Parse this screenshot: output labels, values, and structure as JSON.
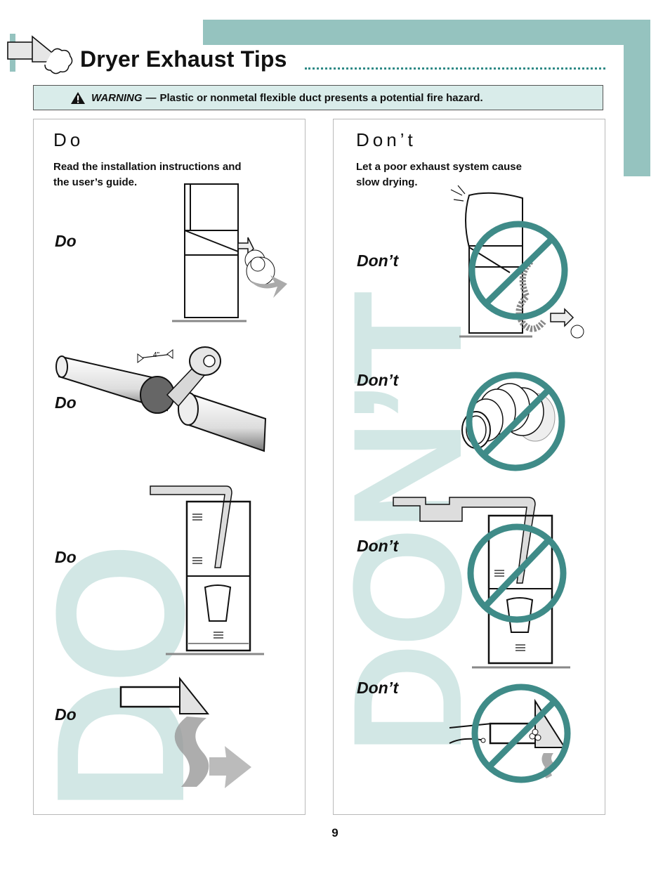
{
  "header": {
    "title": "Dryer Exhaust Tips",
    "accent_color": "#95c3bf",
    "leader_color": "#2f8a86"
  },
  "warning": {
    "icon": "warning-triangle-icon",
    "label": "WARNING",
    "dash": "—",
    "text": "Plastic or nonmetal flexible duct presents a potential fire hazard."
  },
  "do_panel": {
    "heading": "Do",
    "intro": [
      "Read the installation instructions and",
      "the user’s guide."
    ],
    "background_word": "DO",
    "items": [
      {
        "label": "Do",
        "illustration": "vented-dryer-exhaust"
      },
      {
        "label": "Do",
        "illustration": "taping-duct-joint",
        "dimension": "4\""
      },
      {
        "label": "Do",
        "illustration": "rigid-duct-stacked-dryer"
      },
      {
        "label": "Do",
        "illustration": "exhaust-hood-open-damper"
      }
    ]
  },
  "dont_panel": {
    "heading": "Don’t",
    "intro": [
      "Let a poor exhaust system cause",
      "slow drying."
    ],
    "background_word": "DON’T",
    "items": [
      {
        "label": "Don’t",
        "illustration": "crushed-flex-duct-dryer"
      },
      {
        "label": "Don’t",
        "illustration": "compressed-foil-duct"
      },
      {
        "label": "Don’t",
        "illustration": "long-duct-too-many-elbows"
      },
      {
        "label": "Don’t",
        "illustration": "clogged-exhaust-hood"
      }
    ],
    "prohibit_color": "#3f8b88"
  },
  "footer": {
    "page_number": "9"
  }
}
